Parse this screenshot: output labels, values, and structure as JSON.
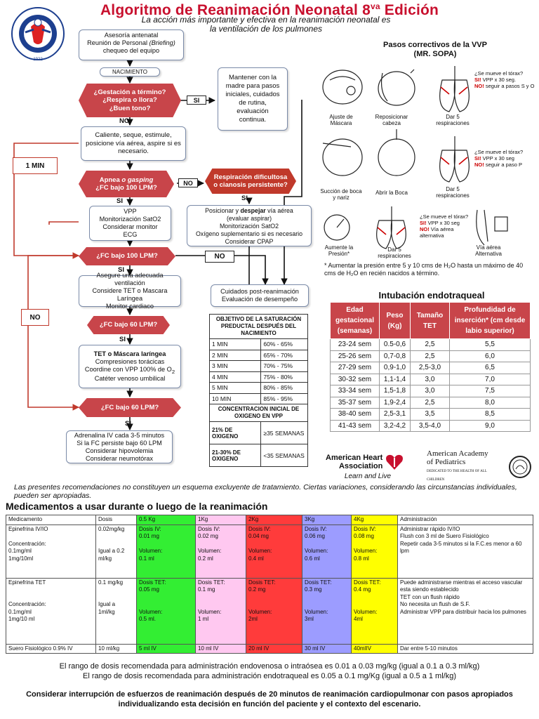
{
  "header": {
    "title": "Algoritmo de Reanimación Neonatal 8",
    "title_sup": "va",
    "title_end": " Edición",
    "subtitle": "La acción más importante y efectiva  en la reanimación neonatal es la ventilación de los pulmones",
    "logo_text_top": "SOCIEDAD CHILENA DE PEDIATRIA",
    "logo_year": "1922"
  },
  "flow": {
    "box1": [
      "Asesoría antenatal",
      "Reunión de Personal ",
      "(Briefing)",
      "chequeo del equipo"
    ],
    "nacimiento": "NACIMIENTO",
    "hex1": [
      "¿Gestación a término?",
      "¿Respira o llora?",
      "¿Buen tono?"
    ],
    "si1": "SI",
    "mantener": "Mantener con la madre para pasos iniciales, cuidados de rutina, evaluación continua.",
    "no1": "NO",
    "caliente": "Caliente, seque, estimule, posicione vía aérea, aspire si es necesario.",
    "one_min": "1 MIN",
    "hex2_a": "Apnea ",
    "hex2_b": "o gasping",
    "hex2_c": "¿FC bajo 100 LPM?",
    "no2": "NO",
    "hex3": "Respiración dificultosa o cianosis persistente?",
    "si2": "SI",
    "si3": "SI",
    "vpp_box": [
      "VPP",
      "Monitorización SatO2",
      "Considerar monitor",
      "ECG"
    ],
    "posicionar": [
      "Posicionar y ",
      "despejar",
      " vía aérea",
      "(evaluar aspirar)",
      "Monitorización SatO2",
      "Oxígeno suplementario si es necesario",
      "Considerar CPAP"
    ],
    "hex4": "¿FC bajo 100 LPM?",
    "no3": "NO",
    "si4": "SI",
    "asegure": [
      "Asegure una adecuada ventilación",
      "Considere TET o Mascara Laríngea",
      "Monitor cardiaco"
    ],
    "cuidados": [
      "Cuidados post-reanimación",
      "Evaluación de desempeño"
    ],
    "no_left": "NO",
    "hex5": "¿FC bajo 60 LPM?",
    "si5": "SI",
    "tet_box": [
      "TET o Máscara laríngea",
      "Compresiones torácicas",
      "Coordine con VPP 100% de O",
      "2",
      "Catéter venoso umbilical"
    ],
    "hex6": "¿FC bajo 60 LPM?",
    "si6": "SI",
    "adrenalina": [
      "Adrenalina IV cada 3-5 minutos",
      "Si la FC persiste bajo 60 LPM",
      "Considerar hipovolemia",
      "Considerar neumotórax"
    ]
  },
  "saturation": {
    "header": "OBJETIVO DE LA SATURACIÓN PREDUCTAL DESPUÉS DEL NACIMIENTO",
    "rows": [
      [
        "1 MIN",
        "60% - 65%"
      ],
      [
        "2 MIN",
        "65% - 70%"
      ],
      [
        "3 MIN",
        "70% - 75%"
      ],
      [
        "4 MIN",
        "75% - 80%"
      ],
      [
        "5 MIN",
        "80% - 85%"
      ],
      [
        "10 MIN",
        "85% - 95%"
      ]
    ],
    "oxy_header": "CONCENTRACION INICIAL DE OXIGENO EN VPP",
    "oxy_rows": [
      [
        "21% DE OXIGENO",
        "≥35 SEMANAS"
      ],
      [
        "21-30% DE OXIGENO",
        "<35 SEMANAS"
      ]
    ]
  },
  "vvp": {
    "title": "Pasos correctivos de la VVP",
    "subtitle": "(MR. SOPA)",
    "labels": [
      "Ajuste de Máscara",
      "Reposicionar cabeza",
      "Dar 5 respiraciones",
      "Succión de boca y nariz",
      "Abrir la Boca",
      "Dar 5 respiraciones",
      "Aumente la Presión*",
      "Dar 5 respiraciones",
      "Vía aérea Alternativa"
    ],
    "q1": [
      "¿Se mueve el tórax?",
      "SI! ",
      "VPP x 30 seg.",
      "NO! ",
      "seguir a pasos S y O"
    ],
    "q2": [
      "¿Se mueve el tórax?",
      "SI! ",
      "VPP x 30 seg",
      "NO! ",
      "seguir a paso P"
    ],
    "q3": [
      "¿Se mueve el tórax?",
      "SI! ",
      "VPP x 30 seg",
      "NO! ",
      "Vía aérea alternativa"
    ],
    "note": "* Aumentar la presión entre 5 y 10 cms de H₂O hasta un máximo de 40 cms de H₂O en recién nacidos a término."
  },
  "intubation": {
    "title": "Intubación  endotraqueal",
    "headers": [
      "Edad gestacional (semanas)",
      "Peso (Kg)",
      "Tamaño TET",
      "Profundidad de inserción* (cm desde labio superior)"
    ],
    "rows": [
      [
        "23-24 sem",
        "0.5-0,6",
        "2,5",
        "5,5"
      ],
      [
        "25-26 sem",
        "0,7-0,8",
        "2,5",
        "6,0"
      ],
      [
        "27-29 sem",
        "0,9-1,0",
        "2,5-3,0",
        "6,5"
      ],
      [
        "30-32 sem",
        "1,1-1,4",
        "3,0",
        "7,0"
      ],
      [
        "33-34 sem",
        "1,5-1,8",
        "3,0",
        "7,5"
      ],
      [
        "35-37 sem",
        "1,9-2,4",
        "2,5",
        "8,0"
      ],
      [
        "38-40 sem",
        "2,5-3,1",
        "3,5",
        "8,5"
      ],
      [
        "41-43 sem",
        "3,2-4,2",
        "3,5-4,0",
        "9,0"
      ]
    ]
  },
  "logos": {
    "aha_1": "American Heart",
    "aha_2": "Association",
    "aha_3": "Learn and Live",
    "aap_1": "American Academy",
    "aap_2": "of Pediatrics",
    "aap_3": "DEDICATED TO THE HEALTH OF ALL CHILDREN"
  },
  "disclaimer": "Las presentes recomendaciones no constituyen un esquema excluyente de tratamiento. Ciertas variaciones, considerando las circunstancias individuales, pueden ser apropiadas.",
  "medications": {
    "title": "Medicamentos a usar durante o luego de la reanimación",
    "headers": [
      "Medicamento",
      "Dosis",
      "0.5 Kg",
      "1Kg",
      "2Kg",
      "3Kg",
      "4Kg",
      "Administración"
    ],
    "col_colors": [
      "#ffffff",
      "#ffffff",
      "#33ee33",
      "#ffc8f0",
      "#ff3b3b",
      "#9c9cff",
      "#ffff00",
      "#ffffff"
    ],
    "rows": [
      [
        "Epinefrina IV/IO\n\nConcentración:\n0.1mg/ml\n1mg/10ml",
        "0.02mg/kg\n\n\nIgual a 0.2\nml/kg",
        "Dosis IV:\n0.01 mg\n\nVolumen:\n0.1 ml",
        "Dosis IV:\n0.02 mg\n\nVolumen:\n0.2 ml",
        "Dosis IV:\n0.04 mg\n\nVolumen:\n0.4 ml",
        "Dosis IV:\n0.06 mg\n\nVolumen:\n0.6 ml",
        "Dosis IV:\n0.08 mg\n\nVolumen:\n0.8 ml",
        "Administrar rápido IV/IO\nFlush con 3 ml de Suero Fisiológico\nRepetir cada 3-5 minutos si la F.C.es menor a 60 lpm"
      ],
      [
        "Epinefrina TET\n\n\nConcentración:\n0.1mg/ml\n1mg/10 ml",
        "  0.1 mg/kg\n\n\nIgual a\n1ml/kg",
        "Dosis TET:\n0.05 mg\n\n\nVolumen:\n0.5 ml.",
        "Dosis TET:\n0.1 mg\n\n\nVolumen:\n1 ml",
        "Dosis TET:\n0.2 mg\n\n\nVolumen:\n2ml",
        "Dosis TET:\n0.3 mg\n\n\nVolumen:\n3ml",
        "Dosis TET:\n0.4 mg\n\n\nVolumen:\n4ml",
        "Puede administrarse mientras el acceso vascular esta siendo establecido\nTET con un flush rápido\nNo necesita un flush de S.F.\nAdministrar VPP para distribuir hacia los pulmones"
      ],
      [
        "Suero Fisiológico 0.9% IV",
        "10 ml/kg",
        "5 ml IV",
        "10 ml IV",
        "20 ml IV",
        "30 ml IV",
        "40mlIV",
        "Dar entre 5-10 minutos"
      ]
    ]
  },
  "footer": {
    "line1": "El rango de dosis recomendada para administración endovenosa o intraósea es 0.01 a 0.03 mg/kg (igual a 0.1 a 0.3 ml/kg)",
    "line2": "El rango de dosis recomendada para administración endotraqueal es 0.05 a 0.1 mg/Kg (igual a 0.5 a 1 ml/kg)",
    "line3": "Considerar interrupción de esfuerzos de reanimación después de 20 minutos de reanimación cardiopulmonar con pasos apropiados individualizando esta decisión en función del paciente y el contexto del escenario."
  }
}
